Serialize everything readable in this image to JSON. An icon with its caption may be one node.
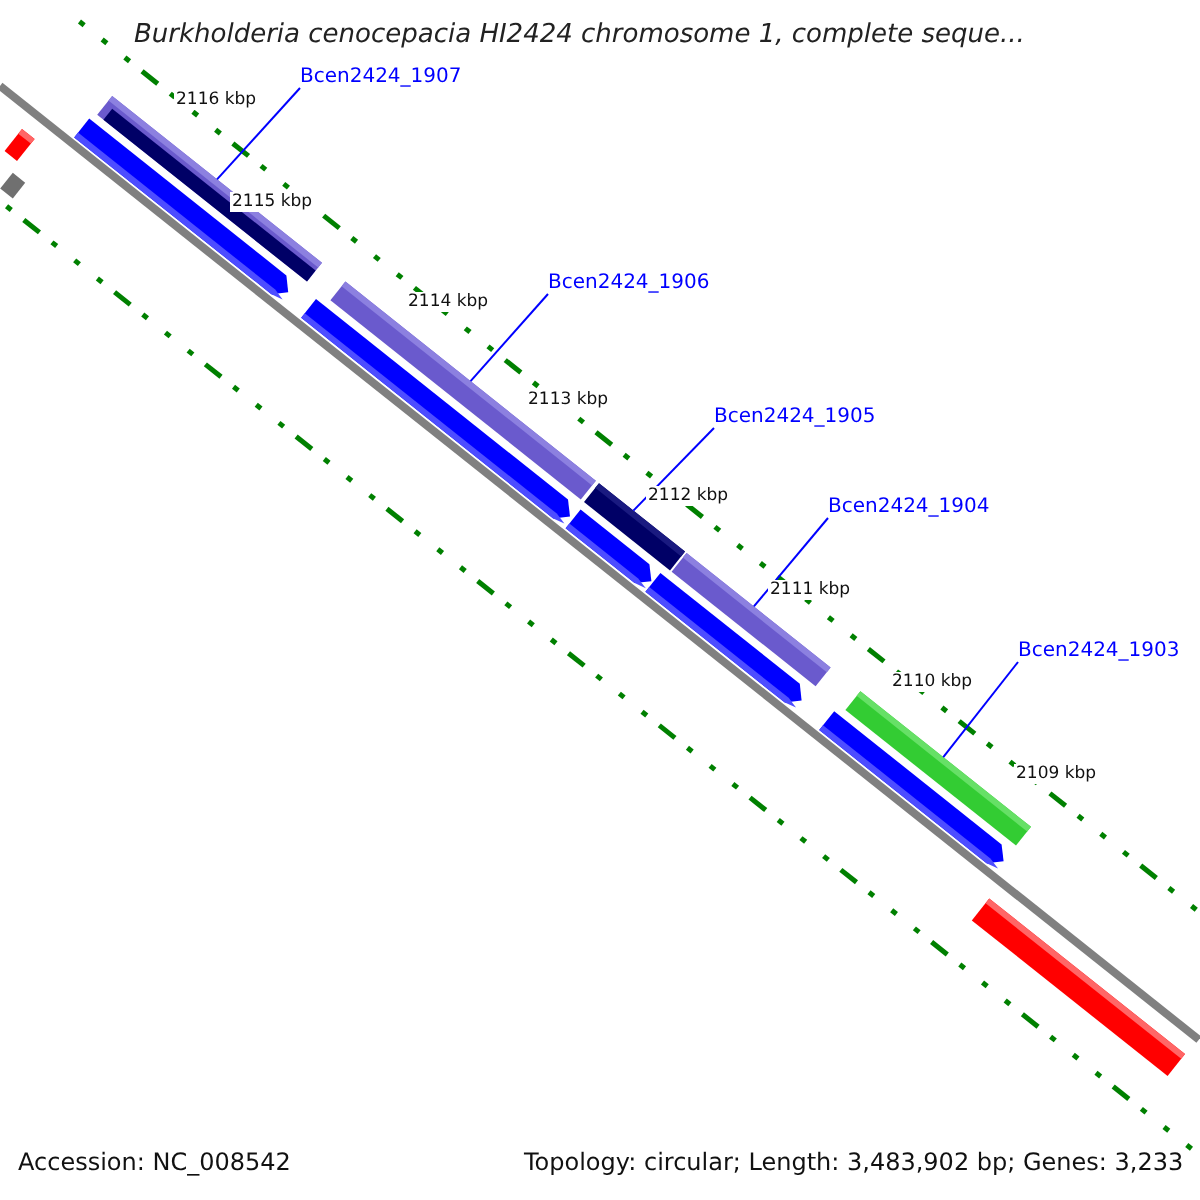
{
  "diagram": {
    "title": "Burkholderia cenocepacia HI2424 chromosome 1, complete seque...",
    "nodes": [
      {
        "text": [
          "Bcen2424_1907"
        ]
      },
      {
        "text": [
          "Bcen2424_1906"
        ]
      },
      {
        "text": [
          "Bcen2424_1905"
        ]
      },
      {
        "text": [
          "Bcen2424_1904"
        ]
      },
      {
        "text": [
          "Bcen2424_1903"
        ]
      },
      {
        "text": [],
        "shape": "bar"
      },
      {
        "text": [],
        "shape": "bar"
      },
      {
        "text": [],
        "shape": "bar"
      },
      {
        "text": [],
        "shape": "bar"
      },
      {
        "text": [],
        "shape": "bar"
      }
    ],
    "edges": [
      {
        "from": 0,
        "to": 5,
        "arrow": "none"
      },
      {
        "from": 1,
        "to": 6,
        "arrow": "none"
      },
      {
        "from": 2,
        "to": 7,
        "arrow": "none"
      },
      {
        "from": 3,
        "to": 8,
        "arrow": "none"
      },
      {
        "from": 4,
        "to": 9,
        "arrow": "none"
      }
    ],
    "labels": [
      "2116 kbp",
      "2115 kbp",
      "2114 kbp",
      "2113 kbp",
      "2112 kbp",
      "2111 kbp",
      "2110 kbp",
      "2109 kbp",
      "Accession: NC_008542",
      "Topology: circular; Length: 3,483,902 bp; Genes: 3,233"
    ]
  }
}
